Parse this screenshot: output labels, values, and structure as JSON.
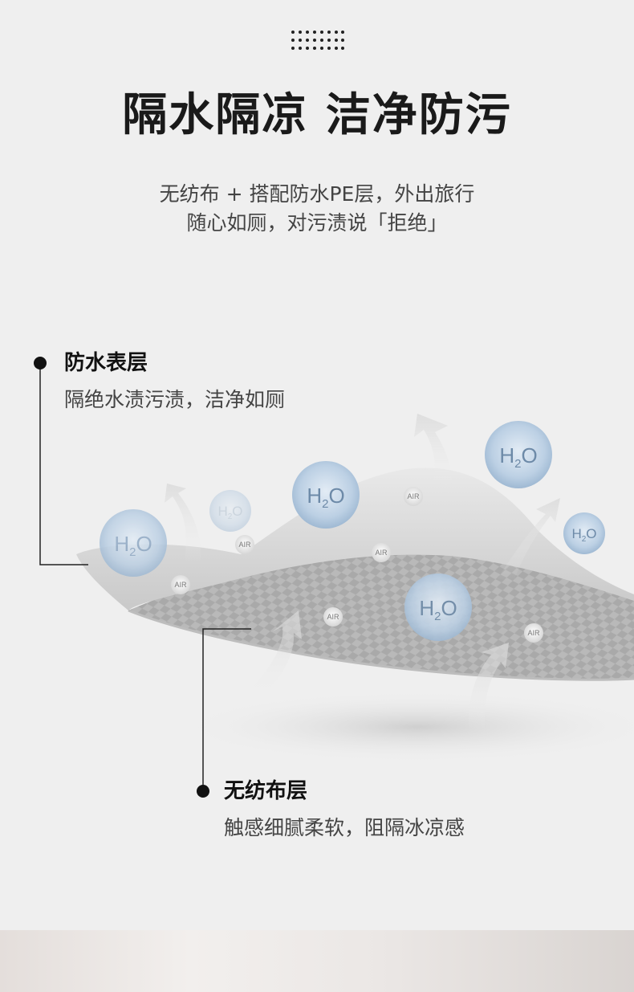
{
  "header": {
    "icon": "dot-grid-icon",
    "title": "隔水隔凉  洁净防污",
    "subtitle_line1": "无纺布 + 搭配防水PE层，外出旅行",
    "subtitle_line2": "随心如厕，对污渍说「拒绝」"
  },
  "layers": {
    "top": {
      "title": "防水表层",
      "desc": "隔绝水渍污渍，洁净如厕"
    },
    "bottom": {
      "title": "无纺布层",
      "desc": "触感细腻柔软，阻隔冰凉感"
    }
  },
  "illustration": {
    "water_badge_label": {
      "h": "H",
      "sub": "2",
      "o": "O"
    },
    "air_label": "AIR"
  },
  "colors": {
    "background": "#efefef",
    "bubble": "#a9c1da",
    "fabric": "#a8a8a8"
  }
}
